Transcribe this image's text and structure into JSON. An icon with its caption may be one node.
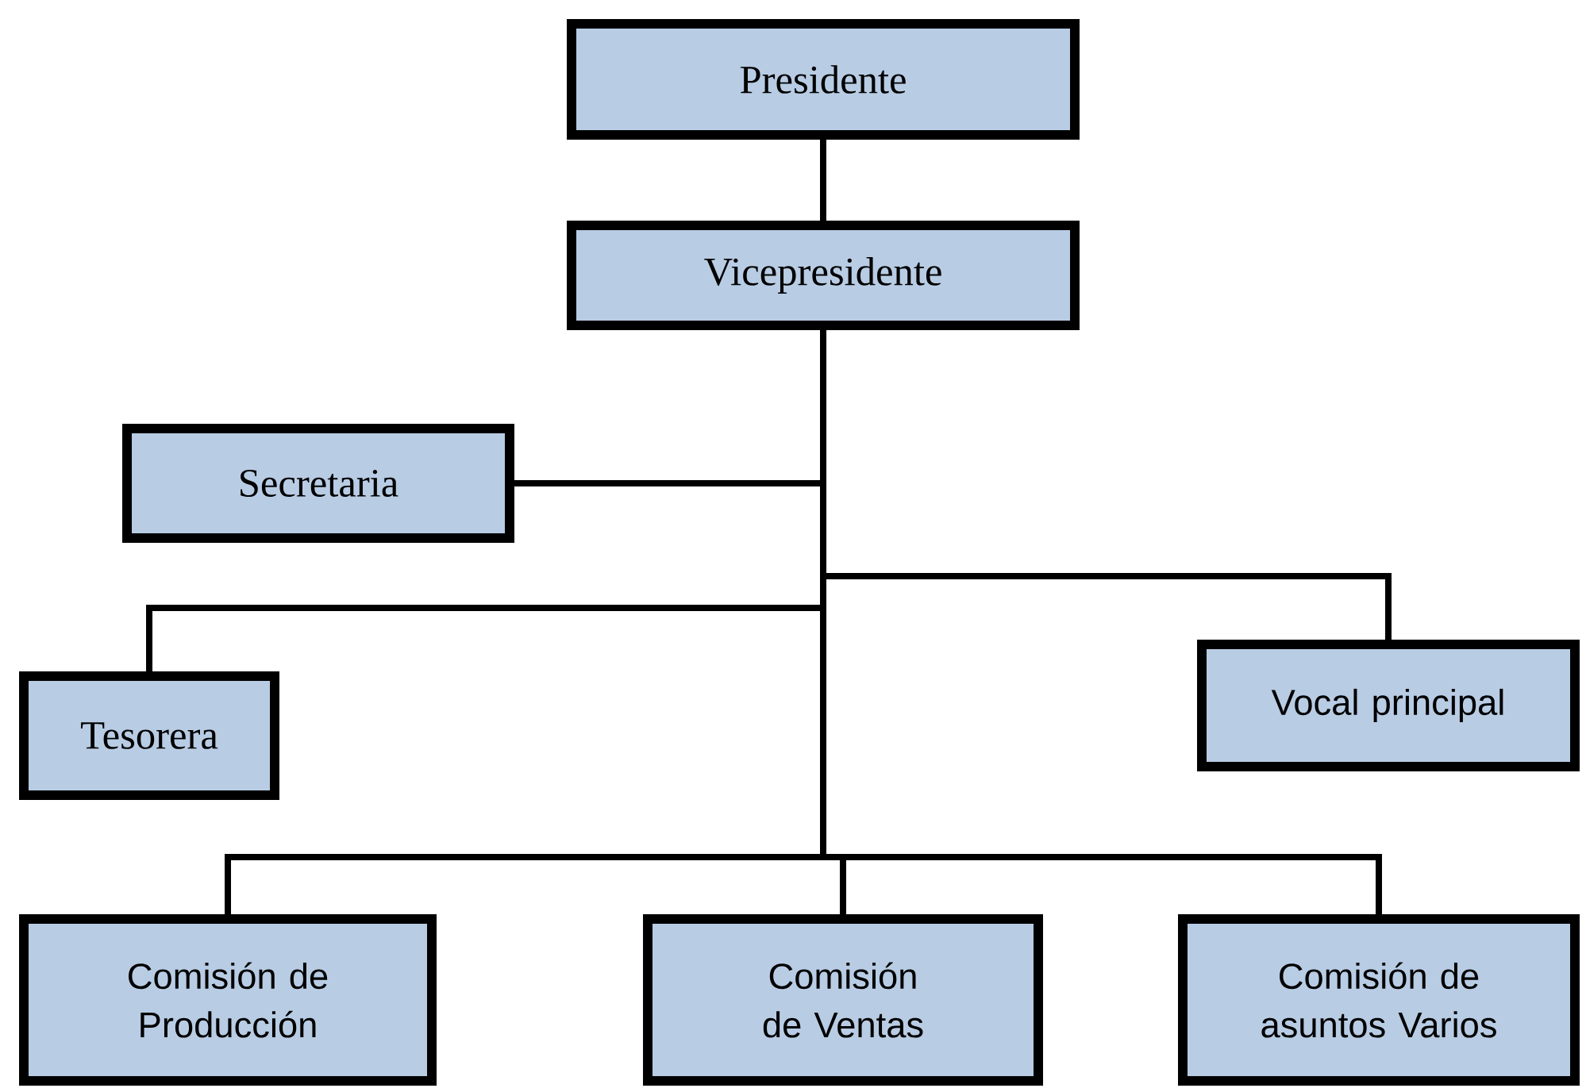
{
  "diagram": {
    "nodes": [
      {
        "text": [
          "Presidente"
        ]
      },
      {
        "text": [
          "Vicepresidente"
        ]
      },
      {
        "text": [
          "Secretaria"
        ]
      },
      {
        "text": [
          "Tesorera"
        ]
      },
      {
        "text": [
          "Vocal principal"
        ]
      },
      {
        "text": [
          "Comisión de Producción"
        ]
      },
      {
        "text": [
          "Comisión de Ventas"
        ]
      },
      {
        "text": [
          "Comisión de asuntos Varios"
        ]
      }
    ],
    "edges": [
      {
        "from": 0,
        "to": 1,
        "arrow": "none"
      },
      {
        "from": 1,
        "to": 2,
        "arrow": "none"
      },
      {
        "from": 1,
        "to": 3,
        "arrow": "none"
      },
      {
        "from": 1,
        "to": 4,
        "arrow": "none"
      },
      {
        "from": 1,
        "to": 5,
        "arrow": "none"
      },
      {
        "from": 1,
        "to": 6,
        "arrow": "none"
      },
      {
        "from": 1,
        "to": 7,
        "arrow": "none"
      }
    ]
  }
}
